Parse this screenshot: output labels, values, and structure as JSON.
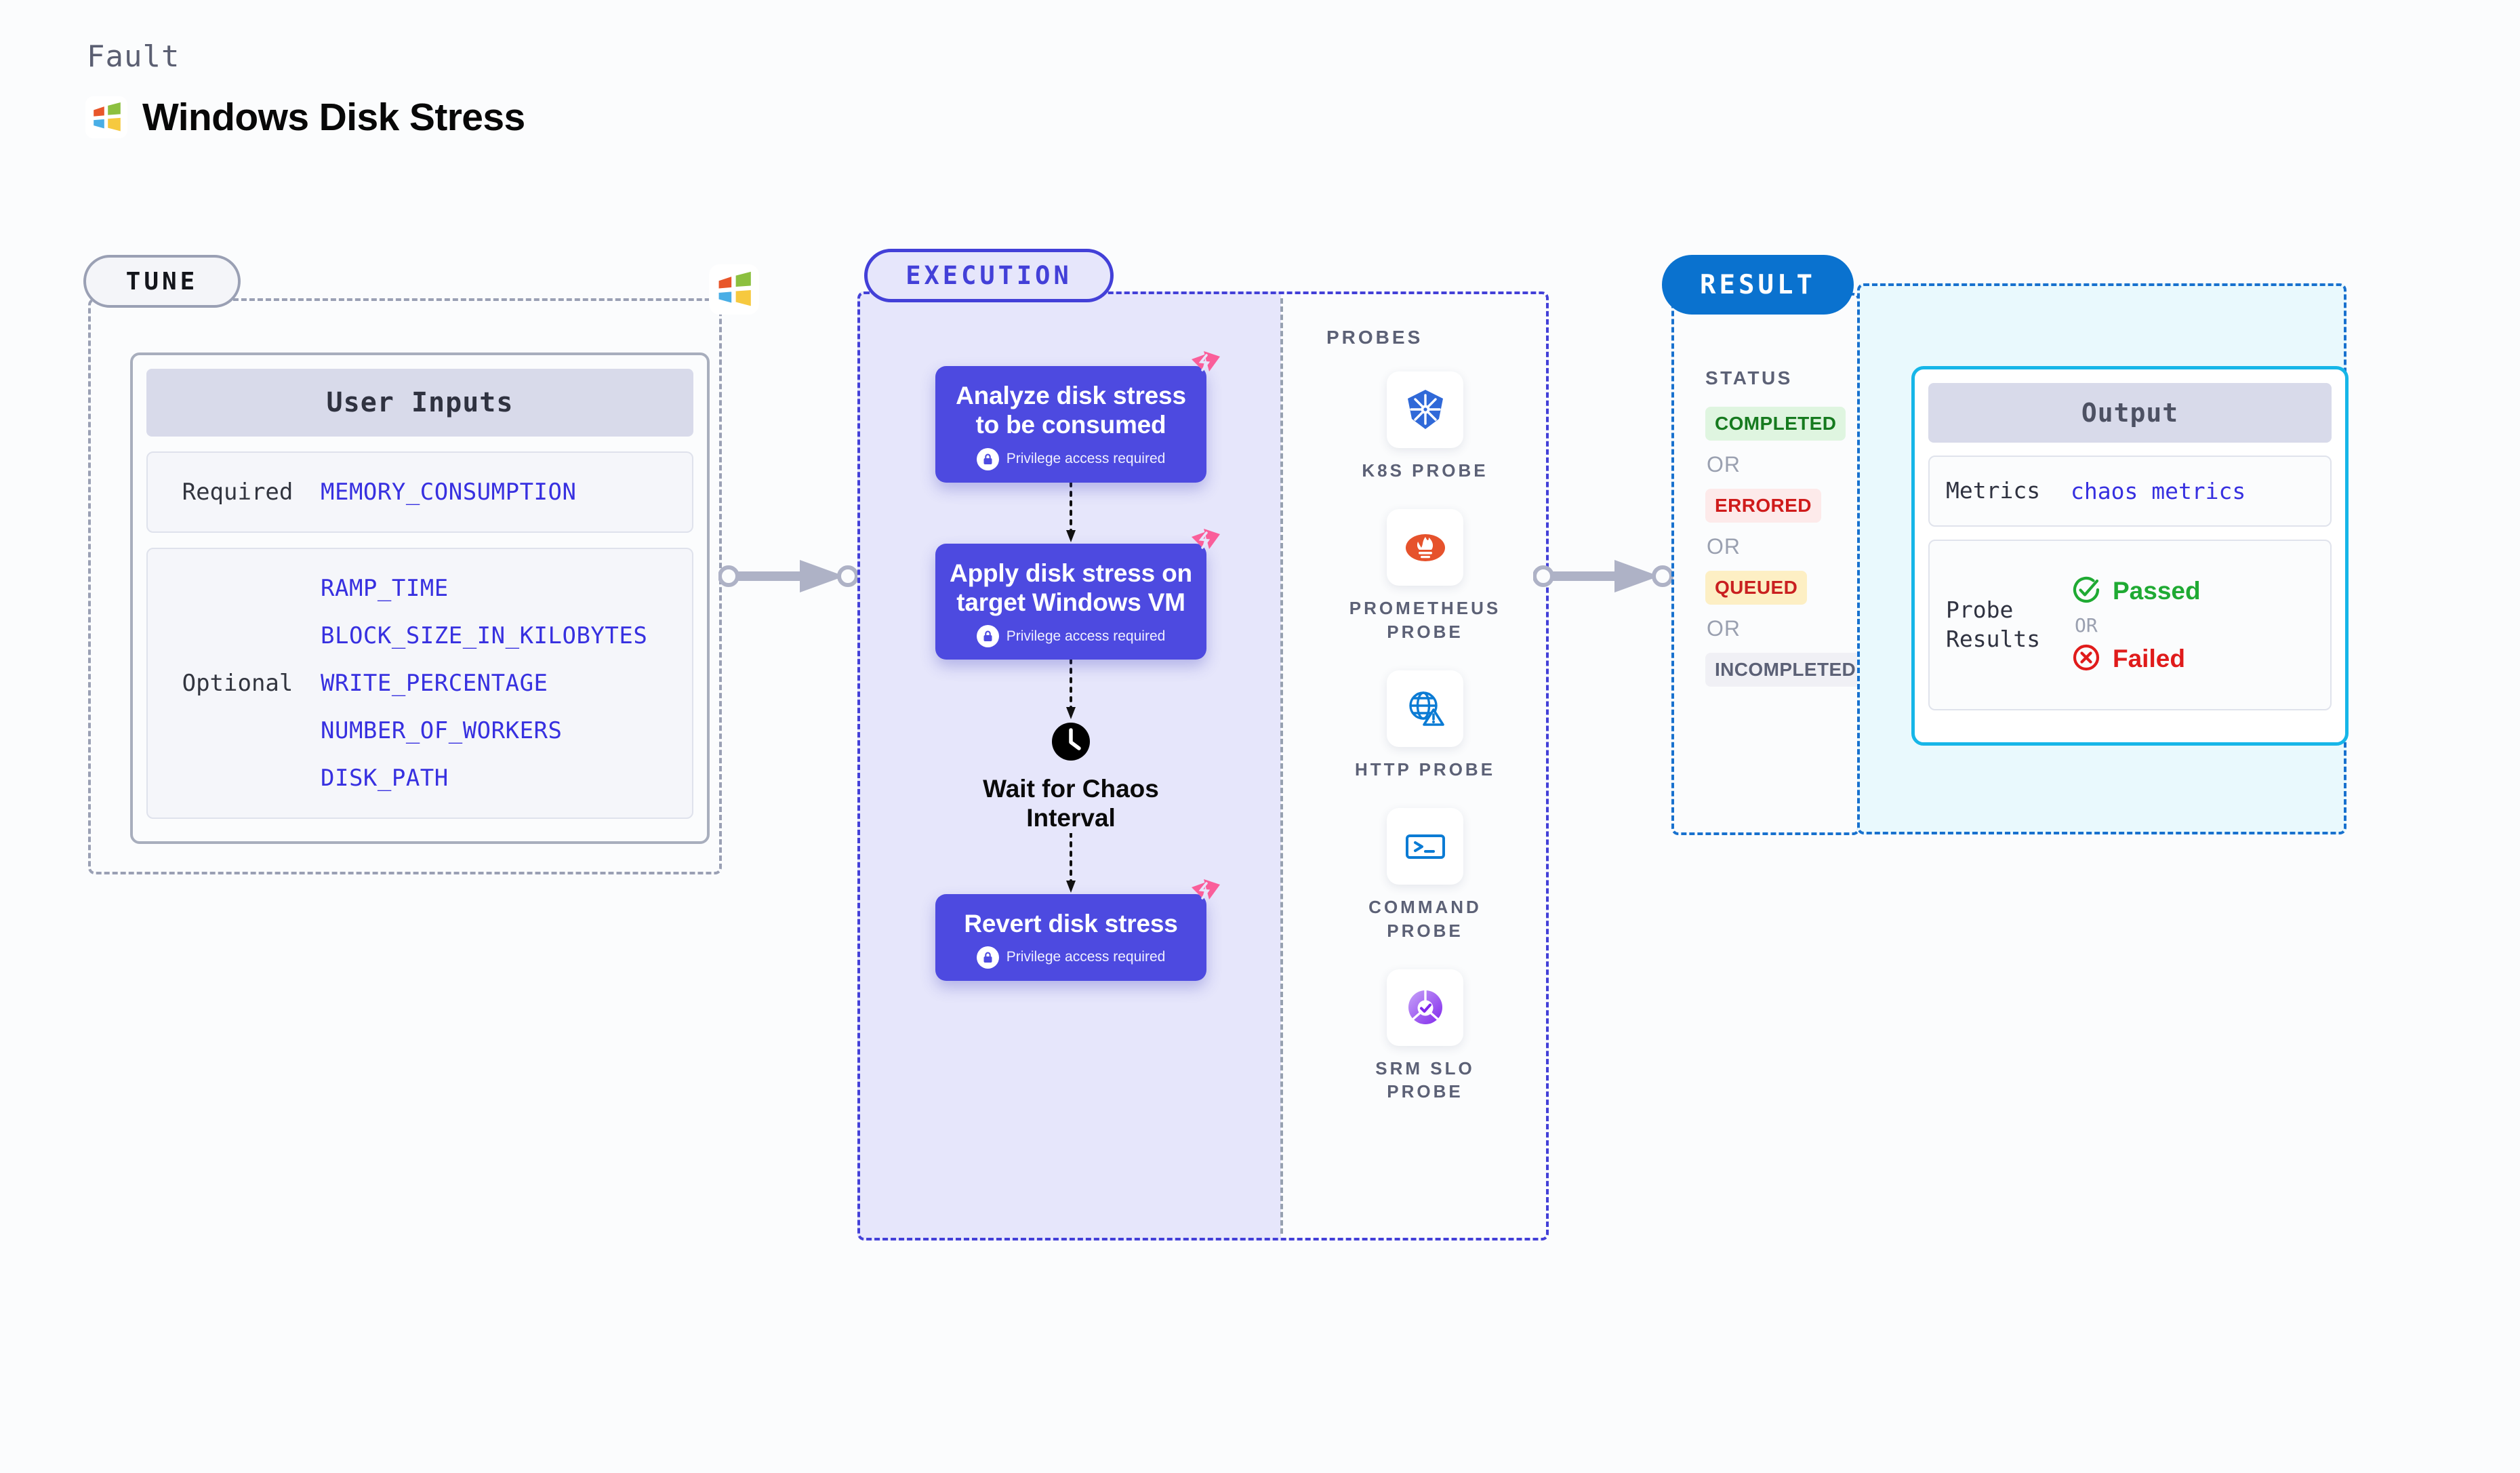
{
  "header": {
    "eyebrow": "Fault",
    "title": "Windows Disk Stress",
    "logo_icon": "windows-logo-icon"
  },
  "tune": {
    "pill_label": "TUNE",
    "card_title": "User Inputs",
    "sections": [
      {
        "label": "Required",
        "values": [
          "MEMORY_CONSUMPTION"
        ]
      },
      {
        "label": "Optional",
        "values": [
          "RAMP_TIME",
          "BLOCK_SIZE_IN_KILOBYTES",
          "WRITE_PERCENTAGE",
          "NUMBER_OF_WORKERS",
          "DISK_PATH"
        ]
      }
    ]
  },
  "execution": {
    "pill_label": "EXECUTION",
    "privilege_note": "Privilege access required",
    "steps": [
      {
        "title": "Analyze disk stress to be consumed",
        "privileged": true,
        "icon": "fault-marker-icon"
      },
      {
        "title": "Apply disk stress on target Windows VM",
        "privileged": true,
        "icon": "fault-marker-icon"
      }
    ],
    "wait_node": {
      "label": "Wait for Chaos Interval",
      "icon": "clock-icon"
    },
    "final_step": {
      "title": "Revert disk stress",
      "privileged": true,
      "icon": "fault-marker-icon"
    },
    "probes": {
      "title": "PROBES",
      "items": [
        {
          "name": "K8S PROBE",
          "icon": "kubernetes-icon"
        },
        {
          "name": "PROMETHEUS PROBE",
          "icon": "prometheus-icon"
        },
        {
          "name": "HTTP PROBE",
          "icon": "http-globe-warning-icon"
        },
        {
          "name": "COMMAND PROBE",
          "icon": "terminal-icon"
        },
        {
          "name": "SRM SLO PROBE",
          "icon": "srm-slo-icon"
        }
      ]
    }
  },
  "result": {
    "pill_label": "RESULT",
    "status_title": "STATUS",
    "or_label": "OR",
    "statuses": [
      {
        "label": "COMPLETED",
        "bg": "#dff5e0",
        "fg": "#167a1f"
      },
      {
        "label": "ERRORED",
        "bg": "#fdeaea",
        "fg": "#cf1b1b"
      },
      {
        "label": "QUEUED",
        "bg": "#fdefc4",
        "fg": "#c92020"
      },
      {
        "label": "INCOMPLETED",
        "bg": "#f0f0f5",
        "fg": "#5c6176"
      }
    ]
  },
  "output": {
    "card_title": "Output",
    "metrics_label": "Metrics",
    "metrics_value": "chaos metrics",
    "probe_results_label": "Probe Results",
    "or_label": "OR",
    "passed_label": "Passed",
    "failed_label": "Failed",
    "passed_icon": "check-circle-icon",
    "failed_icon": "x-circle-icon",
    "passed_color": "#1faa33",
    "failed_color": "#e01b1b"
  },
  "links": [
    {
      "from": "tune",
      "to": "execution",
      "icon": "arrow-right-icon"
    },
    {
      "from": "execution",
      "to": "result",
      "icon": "arrow-right-icon"
    }
  ]
}
